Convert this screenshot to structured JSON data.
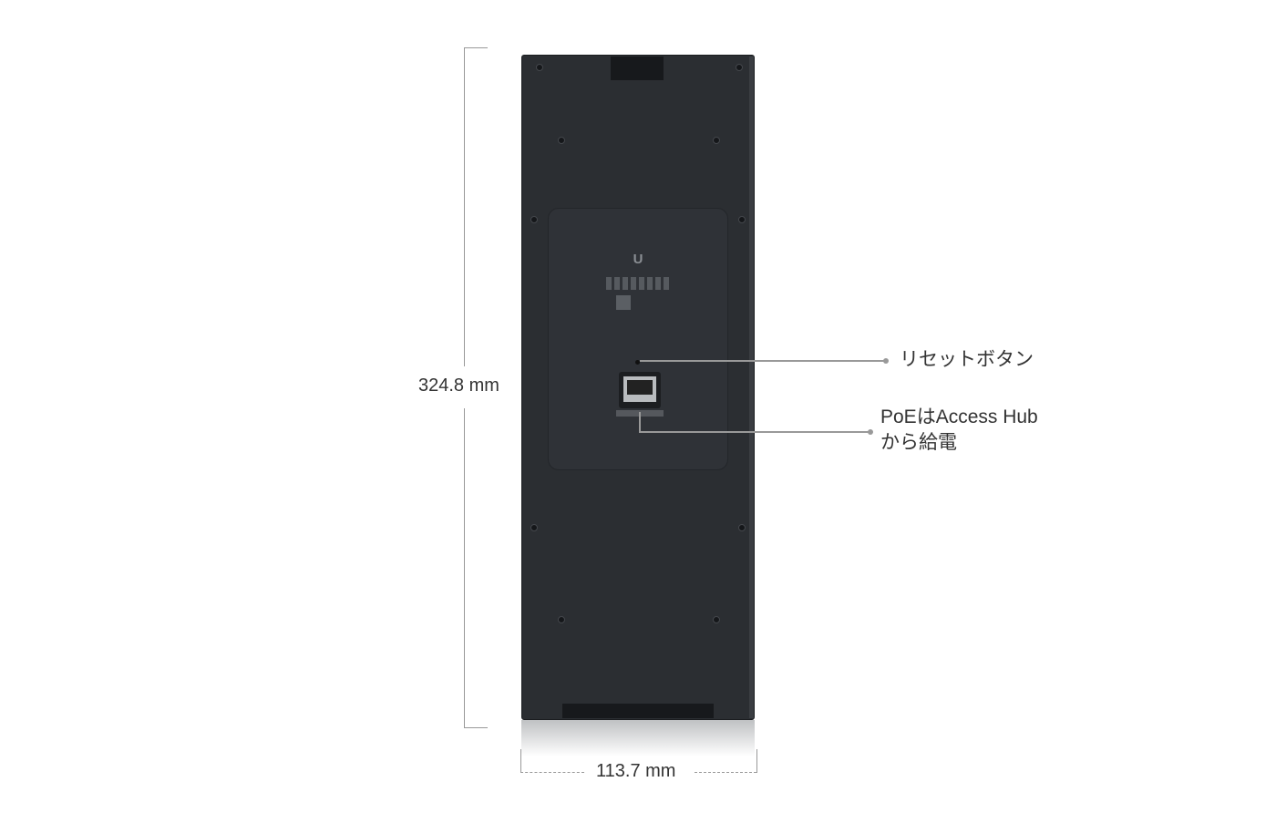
{
  "dimensions": {
    "height_label": "324.8 mm",
    "width_label": "113.7 mm"
  },
  "callouts": {
    "reset": "リセットボタン",
    "poe_line1": "PoEはAccess Hub",
    "poe_line2": "から給電"
  },
  "device": {
    "logo": "U",
    "body_color": "#2b2e32"
  }
}
